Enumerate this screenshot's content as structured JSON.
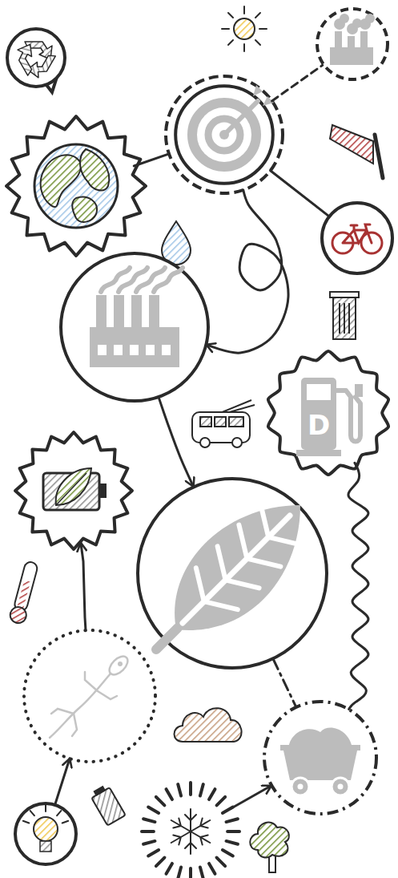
{
  "diagram": {
    "nodes": [
      {
        "text": []
      },
      {
        "text": []
      },
      {
        "text": []
      },
      {
        "text": []
      },
      {
        "text": []
      },
      {
        "text": []
      },
      {
        "text": [
          "D"
        ]
      },
      {
        "text": []
      },
      {
        "text": []
      },
      {
        "text": []
      },
      {
        "text": []
      },
      {
        "text": []
      },
      {
        "text": []
      }
    ],
    "edges": [
      {
        "from": 3,
        "to": 2,
        "arrow": "none"
      },
      {
        "from": 2,
        "to": 1,
        "arrow": "none"
      },
      {
        "from": 2,
        "to": 4,
        "arrow": "none"
      },
      {
        "from": 2,
        "to": 5,
        "arrow": "to"
      },
      {
        "from": 5,
        "to": 8,
        "arrow": "to"
      },
      {
        "from": 6,
        "to": 10,
        "arrow": "none"
      },
      {
        "from": 8,
        "to": 10,
        "arrow": "none"
      },
      {
        "from": 9,
        "to": 7,
        "arrow": "to"
      },
      {
        "from": 11,
        "to": 9,
        "arrow": "to"
      },
      {
        "from": 12,
        "to": 10,
        "arrow": "to"
      }
    ]
  }
}
